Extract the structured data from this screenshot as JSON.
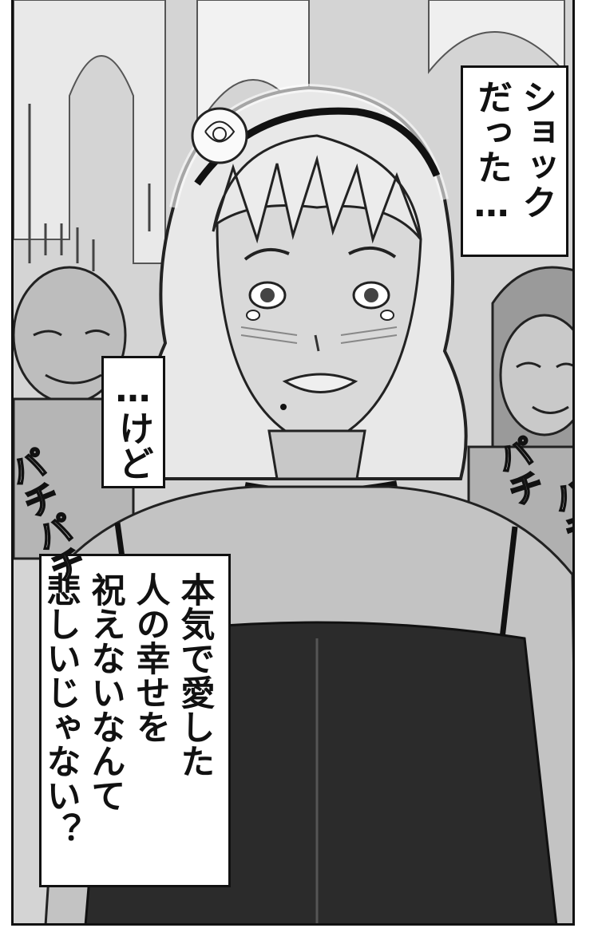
{
  "captions": {
    "shock": [
      "ショック",
      "だった…"
    ],
    "kedo": [
      "…けど"
    ],
    "main": [
      "本気で愛した",
      "人の幸せを",
      "祝えないなんて",
      "悲しいじゃない？"
    ]
  },
  "sfx": {
    "left": "パチパチ",
    "right_1": "パチ",
    "right_2": "パチ"
  },
  "colors": {
    "ink": "#111111",
    "paper": "#ffffff",
    "background_gray": "#cfcfcf",
    "dress": "#2b2b2b"
  }
}
